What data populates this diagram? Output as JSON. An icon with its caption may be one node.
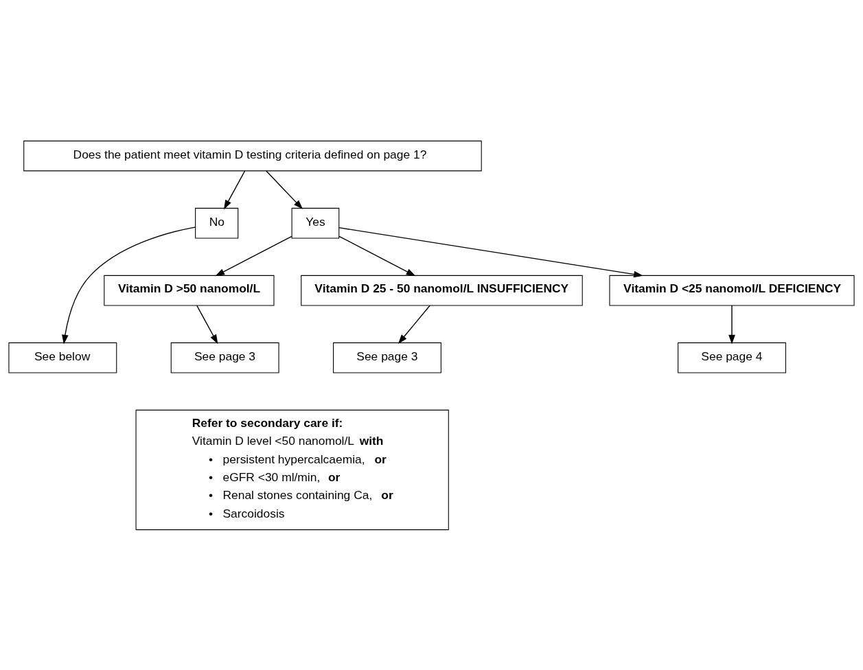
{
  "diagram": {
    "nodes": [
      {
        "text": [
          "Does the patient meet vitamin D testing criteria defined on page 1?"
        ]
      },
      {
        "text": [
          "No"
        ]
      },
      {
        "text": [
          "Yes"
        ]
      },
      {
        "text": [
          "Vitamin D >50 nanomol/L"
        ]
      },
      {
        "text": [
          "Vitamin D 25 - 50 nanomol/L INSUFFICIENCY"
        ]
      },
      {
        "text": [
          "Vitamin D <25 nanomol/L DEFICIENCY"
        ]
      },
      {
        "text": [
          "See below"
        ]
      },
      {
        "text": [
          "See page 3"
        ]
      },
      {
        "text": [
          "See page 3"
        ]
      },
      {
        "text": [
          "See page 4"
        ]
      },
      {
        "text": [
          "Refer to secondary care if:",
          "Vitamin D level <50 nanomol/L **with**",
          "•   persistent hypercalcaemia, **or**",
          "•   eGFR <30 ml/min, **or**",
          "•   Renal stones containing Ca, **or**",
          "•   Sarcoidosis"
        ]
      }
    ],
    "edges": [
      {
        "from": 0,
        "to": 1,
        "arrow": "to"
      },
      {
        "from": 0,
        "to": 2,
        "arrow": "to"
      },
      {
        "from": 2,
        "to": 3,
        "arrow": "to"
      },
      {
        "from": 2,
        "to": 4,
        "arrow": "to"
      },
      {
        "from": 2,
        "to": 5,
        "arrow": "to"
      },
      {
        "from": 1,
        "to": 6,
        "arrow": "to"
      },
      {
        "from": 3,
        "to": 7,
        "arrow": "to"
      },
      {
        "from": 4,
        "to": 8,
        "arrow": "to"
      },
      {
        "from": 5,
        "to": 9,
        "arrow": "to"
      }
    ]
  }
}
